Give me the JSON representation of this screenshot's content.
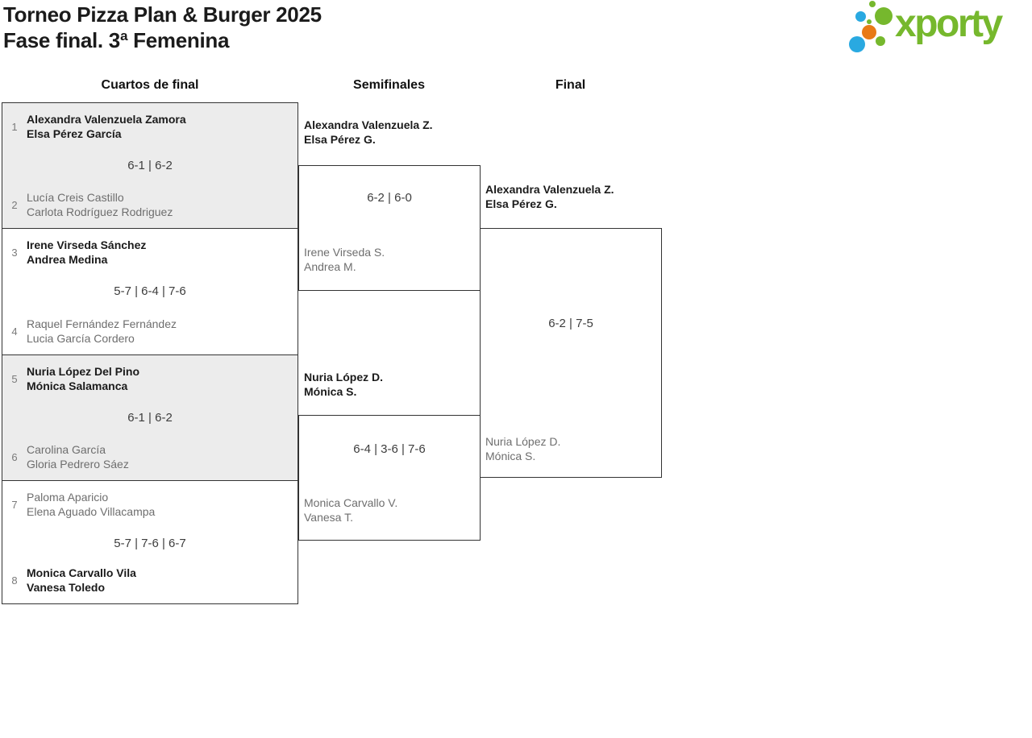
{
  "page": {
    "title_line1": "Torneo Pizza Plan & Burger 2025",
    "title_line2": "Fase final. 3ª Femenina"
  },
  "logo": {
    "text": "xporty",
    "colors": {
      "green": "#76b82d",
      "blue": "#29a9e1",
      "orange": "#e87a16"
    }
  },
  "round_headers": {
    "quarterfinals": "Cuartos de final",
    "semifinals": "Semifinales",
    "final": "Final"
  },
  "colors": {
    "winner_text": "#1b1b1b",
    "loser_text": "#6e6e6e",
    "seed_text": "#7a7a7a",
    "score_text": "#3d3d3d",
    "border": "#333333",
    "match_shaded_bg": "#ececec",
    "page_bg": "#ffffff"
  },
  "bracket": {
    "quarterfinals": [
      {
        "seed_top": "1",
        "team_top": [
          "Alexandra Valenzuela Zamora",
          "Elsa Pérez García"
        ],
        "team_top_winner": true,
        "score": "6-1 | 6-2",
        "seed_bottom": "2",
        "team_bottom": [
          "Lucía Creis Castillo",
          "Carlota Rodríguez Rodriguez"
        ],
        "team_bottom_winner": false
      },
      {
        "seed_top": "3",
        "team_top": [
          "Irene Virseda Sánchez",
          "Andrea Medina"
        ],
        "team_top_winner": true,
        "score": "5-7 | 6-4 | 7-6",
        "seed_bottom": "4",
        "team_bottom": [
          "Raquel Fernández Fernández",
          "Lucia García Cordero"
        ],
        "team_bottom_winner": false
      },
      {
        "seed_top": "5",
        "team_top": [
          "Nuria López Del Pino",
          "Mónica Salamanca"
        ],
        "team_top_winner": true,
        "score": "6-1 | 6-2",
        "seed_bottom": "6",
        "team_bottom": [
          "Carolina García",
          "Gloria Pedrero Sáez"
        ],
        "team_bottom_winner": false
      },
      {
        "seed_top": "7",
        "team_top": [
          "Paloma Aparicio",
          "Elena Aguado Villacampa"
        ],
        "team_top_winner": false,
        "score": "5-7 | 7-6 | 6-7",
        "seed_bottom": "8",
        "team_bottom": [
          "Monica Carvallo Vila",
          "Vanesa Toledo"
        ],
        "team_bottom_winner": true
      }
    ],
    "semifinals": [
      {
        "team_top": [
          "Alexandra Valenzuela Z.",
          "Elsa Pérez G."
        ],
        "team_top_winner": true,
        "score": "6-2 | 6-0",
        "team_bottom": [
          "Irene Virseda S.",
          "Andrea M."
        ],
        "team_bottom_winner": false
      },
      {
        "team_top": [
          "Nuria López D.",
          "Mónica S."
        ],
        "team_top_winner": true,
        "score": "6-4 | 3-6 | 7-6",
        "team_bottom": [
          "Monica Carvallo V.",
          "Vanesa T."
        ],
        "team_bottom_winner": false
      }
    ],
    "final": {
      "team_top": [
        "Alexandra Valenzuela Z.",
        "Elsa Pérez G."
      ],
      "team_top_winner": true,
      "score": "6-2 | 7-5",
      "team_bottom": [
        "Nuria López D.",
        "Mónica S."
      ],
      "team_bottom_winner": false
    }
  }
}
